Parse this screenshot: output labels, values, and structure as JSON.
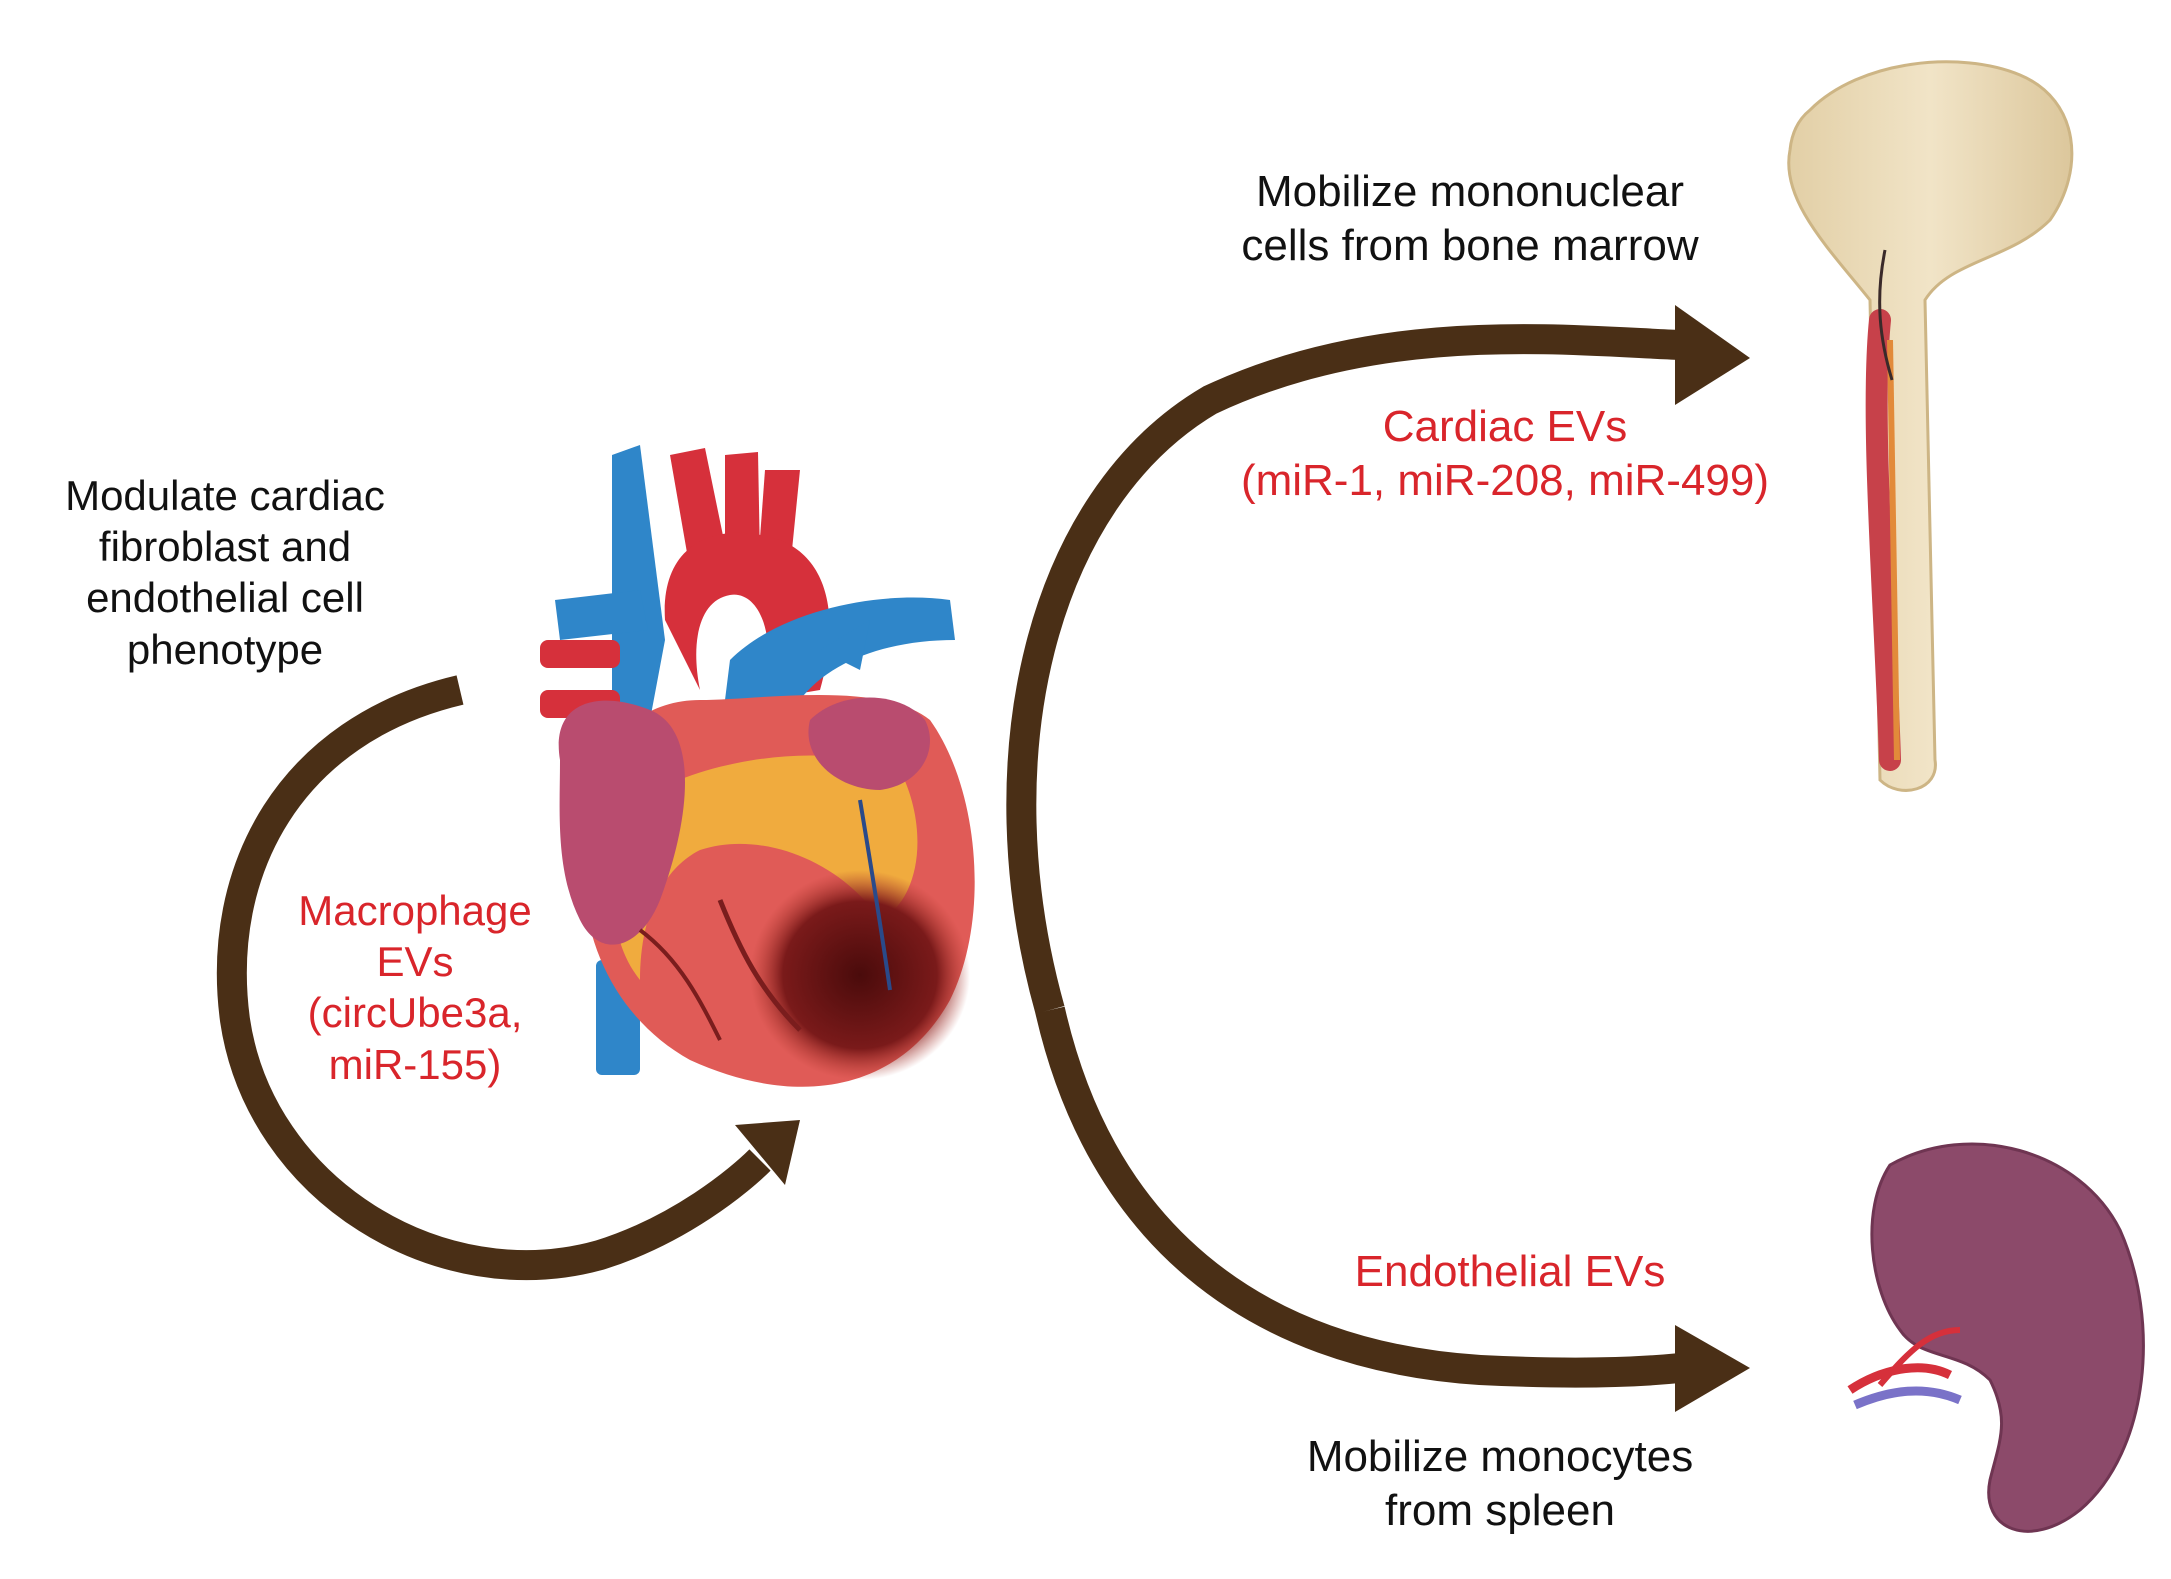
{
  "colors": {
    "arrow": "#4a2f16",
    "accent_text": "#d9252b",
    "body_text": "#111111",
    "artery": "#d6303b",
    "vein": "#2f86c9",
    "heart_muscle": "#e05b57",
    "fat": "#f2b43c",
    "infarct": "#6a1414",
    "bone": "#ead9b5",
    "marrow": "#c7414a",
    "spleen": "#8c4a6a"
  },
  "icons": [
    "heart-icon",
    "bone-icon",
    "spleen-icon"
  ],
  "labels": {
    "macro_effect": [
      "Modulate cardiac",
      "fibroblast and",
      "endothelial cell",
      "phenotype"
    ],
    "macro_evs": [
      "Macrophage",
      "EVs",
      "(circUbe3a,",
      "miR-155)"
    ],
    "bone_effect": [
      "Mobilize mononuclear",
      "cells from bone marrow"
    ],
    "cardiac_evs": [
      "Cardiac EVs",
      "(miR-1, miR-208, miR-499)"
    ],
    "endo_evs": "Endothelial EVs",
    "spleen_effect": [
      "Mobilize monocytes",
      "from spleen"
    ]
  }
}
